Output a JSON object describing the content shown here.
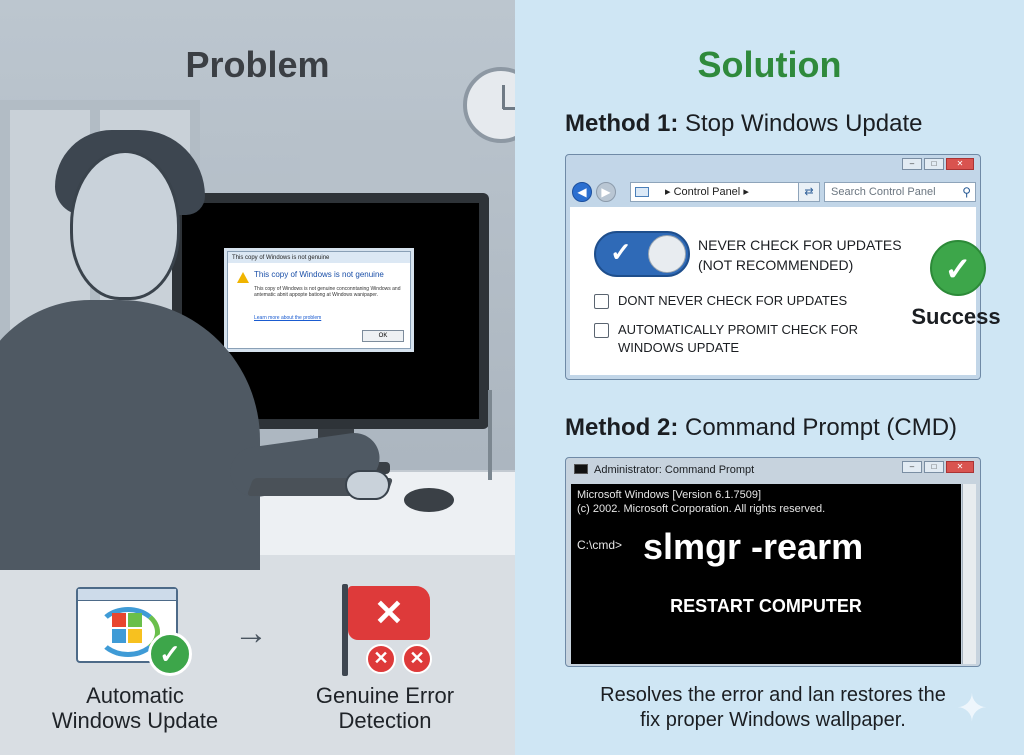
{
  "problem": {
    "heading": "Problem",
    "dialog": {
      "title": "This copy of Windows is not genuine",
      "heading": "This copy of Windows is not genuine",
      "body": "This copy of Windows is not genuine conconntaning Windows and antematic abnit appopte bationg at Windows wanipaper.",
      "link": "Learn more about the problem",
      "ok_label": "OK"
    },
    "caption_left": [
      "Automatic",
      "Windows Update"
    ],
    "caption_right": [
      "Genuine Error",
      "Detection"
    ],
    "arrow": "→"
  },
  "solution": {
    "heading": "Solution",
    "method1": {
      "prefix": "Method 1:",
      "title": "Stop Windows Update"
    },
    "control_panel": {
      "address": "Control Panel",
      "address_sep": "▸",
      "search_placeholder": "Search Control Panel",
      "option_main": [
        "NEVER CHECK FOR UPDATES",
        "(NOT RECOMMENDED)"
      ],
      "option_2": "DONT NEVER CHECK FOR UPDATES",
      "option_3": [
        "AUTOMATICALLY PROMIT CHECK FOR",
        "WINDOWS UPDATE"
      ]
    },
    "success": "Success",
    "method2": {
      "prefix": "Method 2:",
      "title": "Command Prompt (CMD)"
    },
    "cmd": {
      "window_title": "Administrator: Command Prompt",
      "line1": "Microsoft Windows [Version 6.1.7509]",
      "line2": "(c) 2002.  Microsoft Corporation. All rights reserved.",
      "prompt": "C:\\cmd>",
      "command": "slmgr -rearm",
      "restart": "RESTART COMPUTER"
    },
    "resolve_text": [
      "Resolves the error and lan restores the",
      "fix proper Windows wallpaper."
    ]
  },
  "colors": {
    "solution_green": "#2f8a3c",
    "success_green": "#3da64a",
    "error_red": "#de3a3a",
    "toggle_blue": "#2f6ab7"
  },
  "icons": [
    "windows-update-icon",
    "check-icon",
    "arrow-right-icon",
    "error-flag-icon",
    "warning-icon",
    "search-icon",
    "refresh-icon",
    "back-icon",
    "forward-icon",
    "cmd-icon",
    "sparkle-icon"
  ]
}
